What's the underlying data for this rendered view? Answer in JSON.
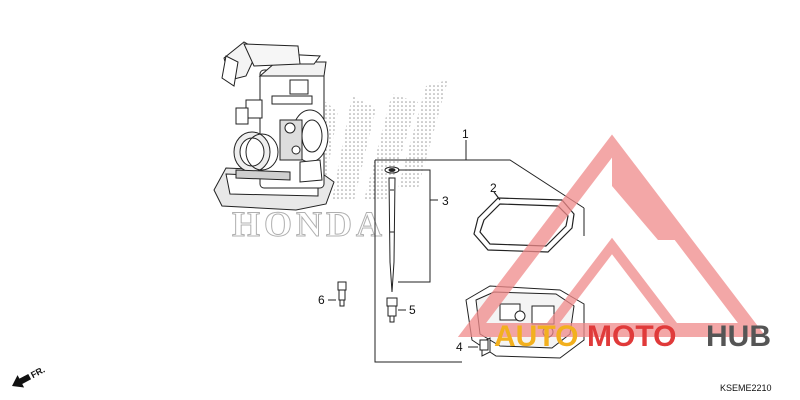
{
  "callouts": {
    "part_1": "1",
    "part_2": "2",
    "part_3": "3",
    "part_4": "4",
    "part_5": "5",
    "part_6": "6"
  },
  "direction_label": "FR.",
  "diagram_code": "KSEME2210",
  "background_logo_text": "HONDA",
  "watermark": {
    "word_1": "AUTO",
    "word_2": "MOTO",
    "word_3": "HUB",
    "color_1": "#f2b01e",
    "color_2": "#e03a3a",
    "color_3": "#555555",
    "logo_color": "#f08a8a"
  },
  "colors": {
    "line": "#222222",
    "dot_pattern": "#999999"
  }
}
